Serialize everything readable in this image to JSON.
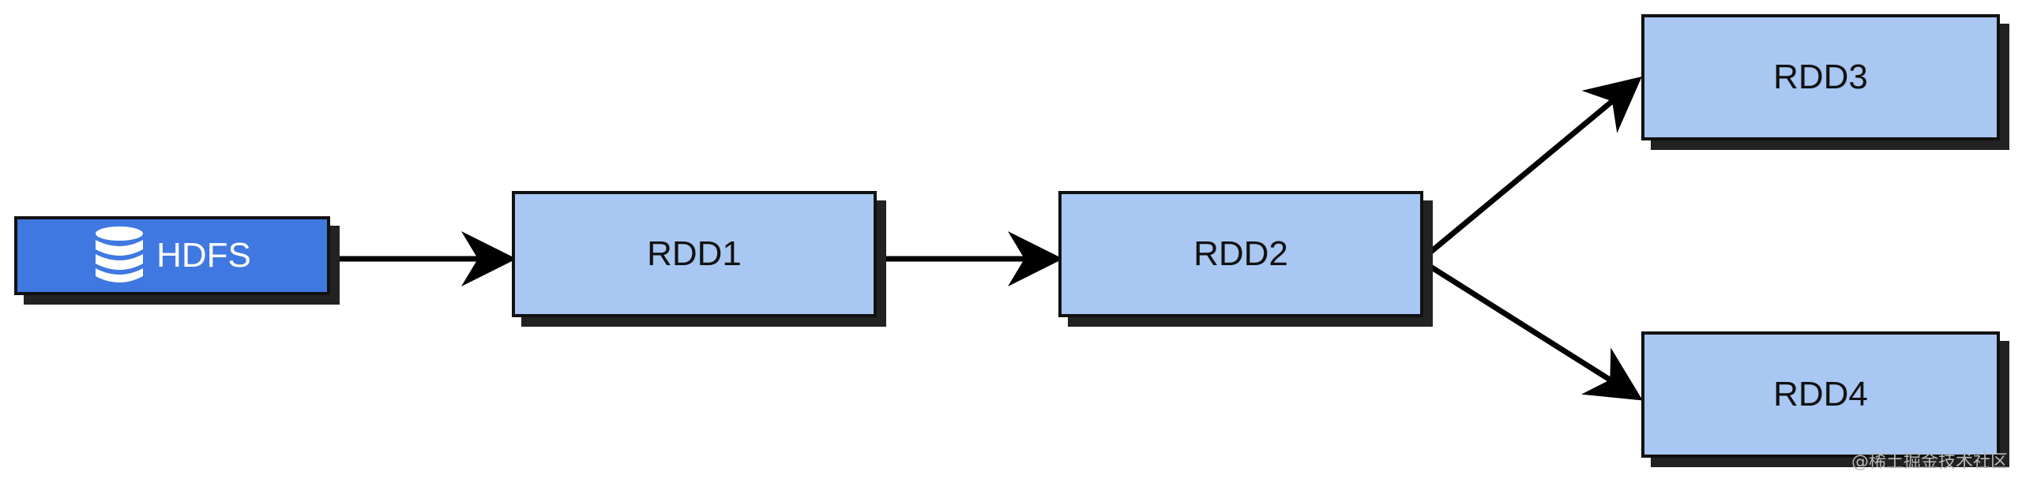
{
  "diagram": {
    "nodes": {
      "hdfs": {
        "label": "HDFS",
        "icon": "database-icon"
      },
      "rdd1": {
        "label": "RDD1"
      },
      "rdd2": {
        "label": "RDD2"
      },
      "rdd3": {
        "label": "RDD3"
      },
      "rdd4": {
        "label": "RDD4"
      }
    },
    "edges": [
      {
        "from": "hdfs",
        "to": "rdd1"
      },
      {
        "from": "rdd1",
        "to": "rdd2"
      },
      {
        "from": "rdd2",
        "to": "rdd3"
      },
      {
        "from": "rdd2",
        "to": "rdd4"
      }
    ],
    "colors": {
      "rdd_fill": "#a8c7f2",
      "hdfs_fill": "#3f78e0",
      "border": "#111111",
      "arrow": "#000000"
    }
  },
  "watermark": "@稀土掘金技术社区"
}
